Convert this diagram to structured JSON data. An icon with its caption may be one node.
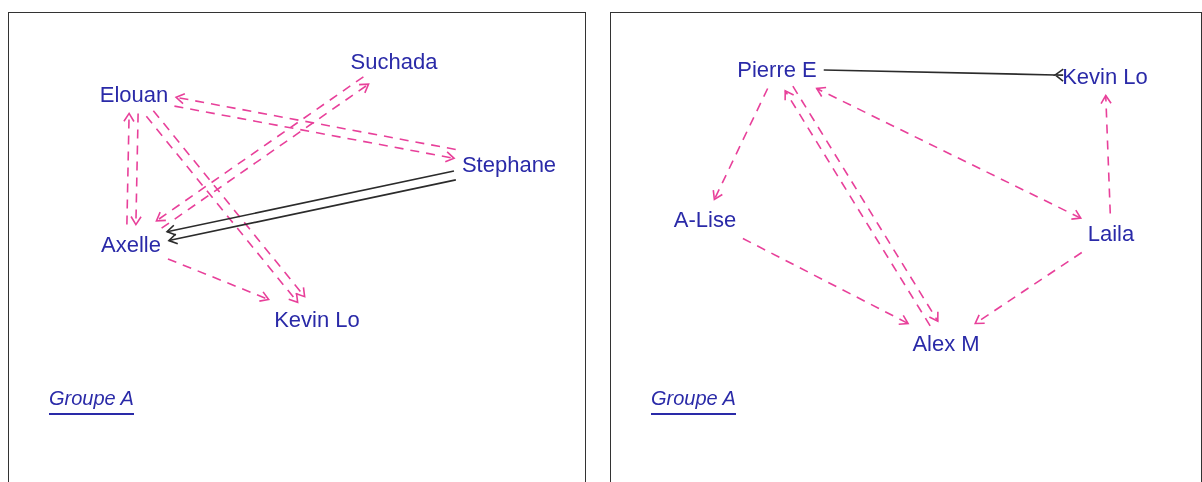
{
  "diagram": {
    "nodes": [
      {
        "text": [
          "Groupe A"
        ]
      },
      {
        "text": [
          "Elouan"
        ],
        "in": 0
      },
      {
        "text": [
          "Suchada"
        ],
        "in": 0
      },
      {
        "text": [
          "Stephane"
        ],
        "in": 0
      },
      {
        "text": [
          "Axelle"
        ],
        "in": 0
      },
      {
        "text": [
          "Kevin Lo"
        ],
        "in": 0
      },
      {
        "text": [
          "Groupe A"
        ]
      },
      {
        "text": [
          "Pierre E"
        ],
        "in": 6
      },
      {
        "text": [
          "Kevin Lo"
        ],
        "in": 6
      },
      {
        "text": [
          "A-Lise"
        ],
        "in": 6
      },
      {
        "text": [
          "Laila"
        ],
        "in": 6
      },
      {
        "text": [
          "Alex M"
        ],
        "in": 6
      }
    ],
    "edges": [
      {
        "from": 1,
        "to": 4,
        "arrow": "to",
        "style": "dashed"
      },
      {
        "from": 4,
        "to": 1,
        "arrow": "to",
        "style": "dashed"
      },
      {
        "from": 3,
        "to": 1,
        "arrow": "to",
        "style": "dashed"
      },
      {
        "from": 1,
        "to": 3,
        "arrow": "to",
        "style": "dashed"
      },
      {
        "from": 4,
        "to": 2,
        "arrow": "to",
        "style": "dashed"
      },
      {
        "from": 2,
        "to": 4,
        "arrow": "to",
        "style": "dashed"
      },
      {
        "from": 1,
        "to": 5,
        "arrow": "to",
        "style": "dashed"
      },
      {
        "from": 1,
        "to": 5,
        "arrow": "to",
        "style": "dashed"
      },
      {
        "from": 4,
        "to": 5,
        "arrow": "to",
        "style": "dashed"
      },
      {
        "from": 3,
        "to": 4,
        "arrow": "to",
        "color": "#2b2b2b"
      },
      {
        "from": 3,
        "to": 4,
        "arrow": "to",
        "color": "#2b2b2b"
      },
      {
        "from": 7,
        "to": 9,
        "arrow": "to",
        "style": "dashed"
      },
      {
        "from": 9,
        "to": 11,
        "arrow": "to",
        "style": "dashed"
      },
      {
        "from": 7,
        "to": 11,
        "arrow": "to",
        "style": "dashed"
      },
      {
        "from": 11,
        "to": 7,
        "arrow": "to",
        "style": "dashed"
      },
      {
        "from": 10,
        "to": 7,
        "arrow": "both",
        "style": "dashed"
      },
      {
        "from": 10,
        "to": 8,
        "arrow": "to",
        "style": "dashed"
      },
      {
        "from": 10,
        "to": 11,
        "arrow": "to",
        "style": "dashed"
      },
      {
        "from": 7,
        "to": 8,
        "arrow": "other",
        "color": "#2b2b2b"
      }
    ]
  }
}
